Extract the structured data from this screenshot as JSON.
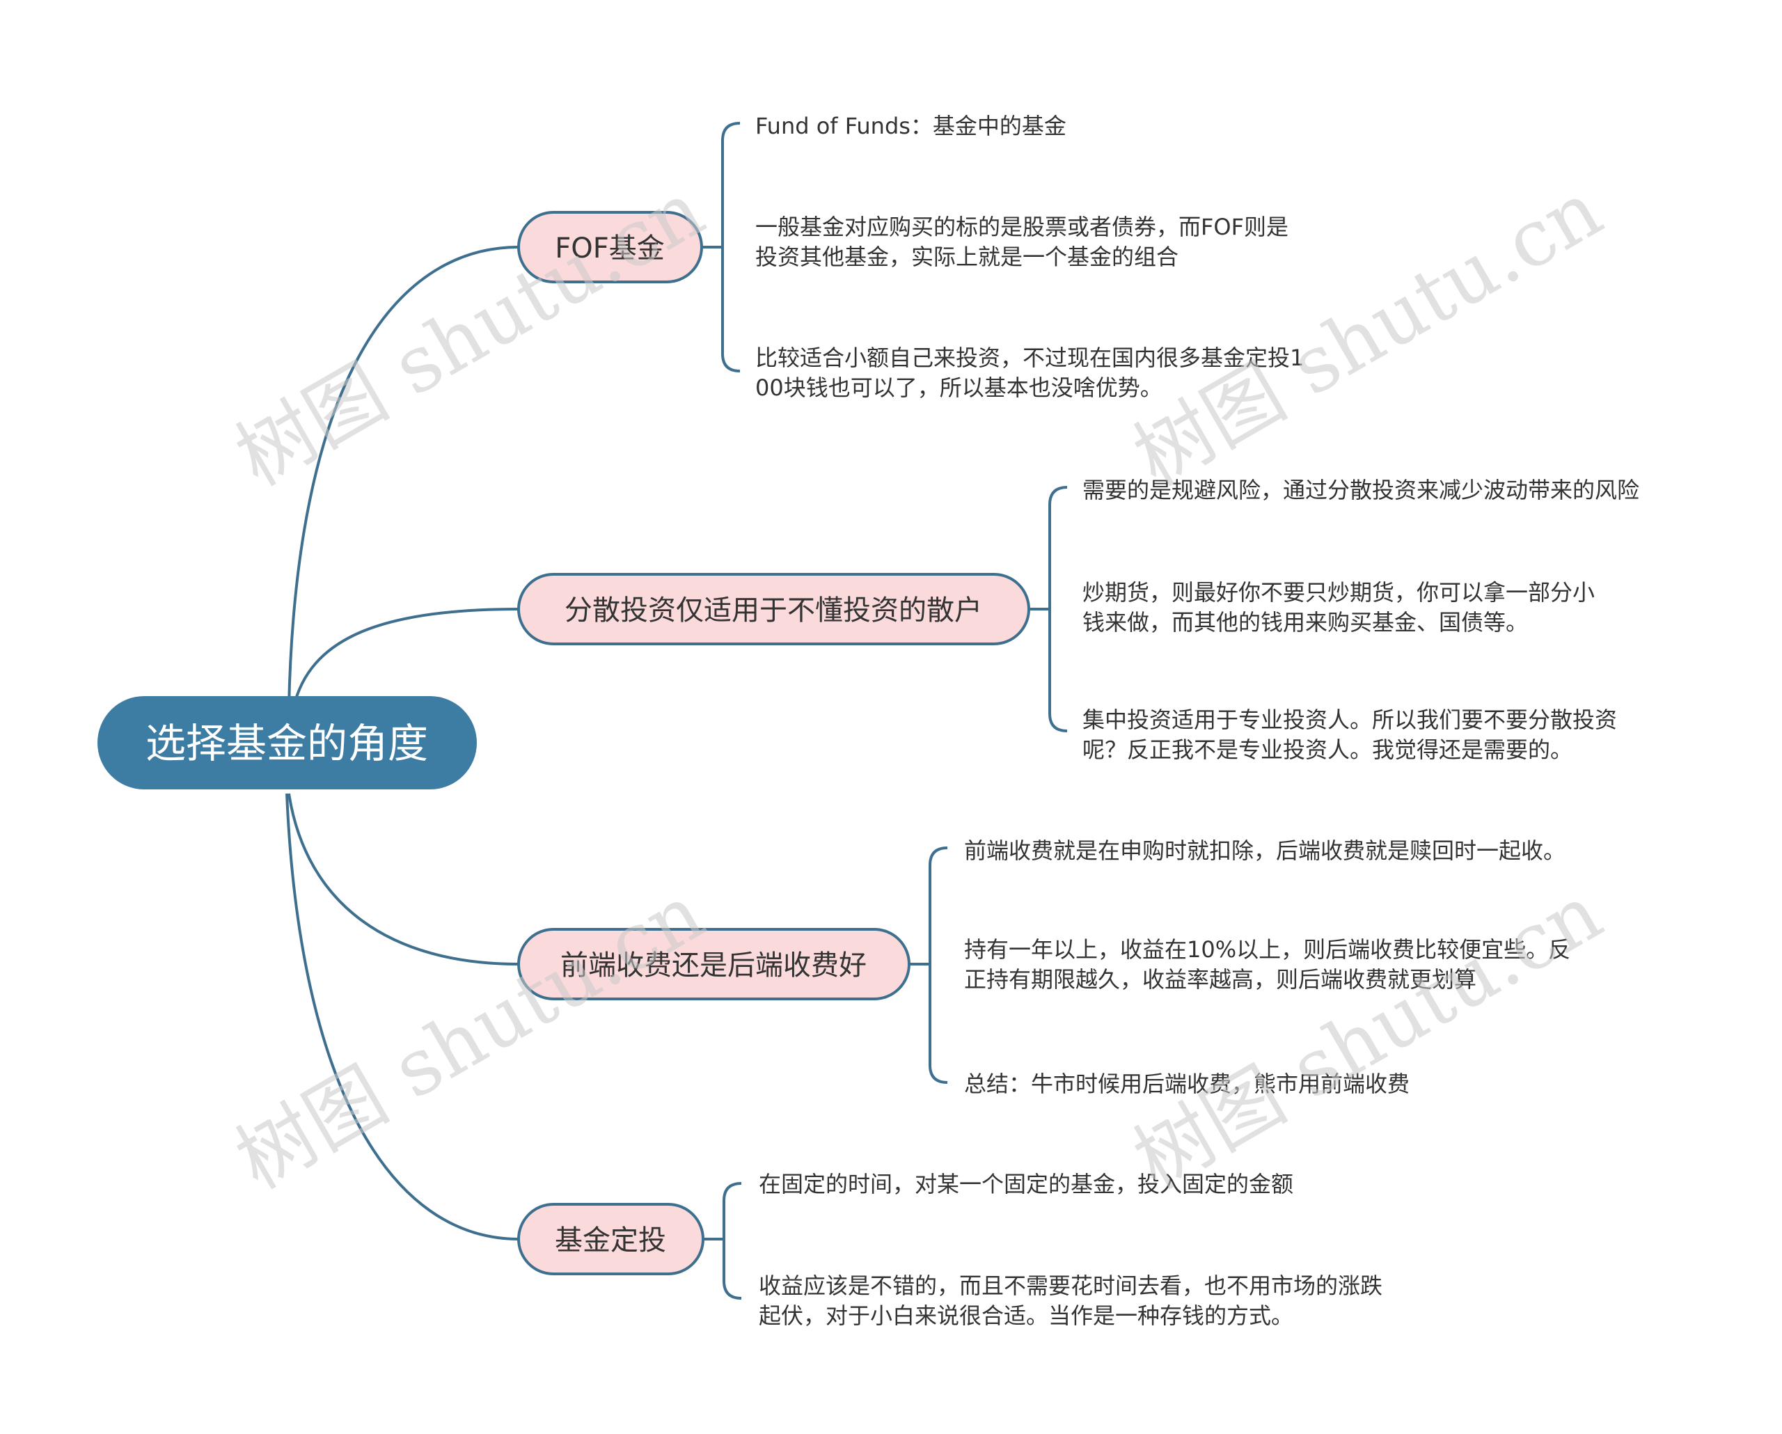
{
  "root": {
    "label": "选择基金的角度"
  },
  "branches": [
    {
      "label": "FOF基金",
      "leaves": [
        [
          "Fund of Funds：基金中的基金"
        ],
        [
          "一般基金对应购买的标的是股票或者债券，而FOF则是",
          "投资其他基金，实际上就是一个基金的组合"
        ],
        [
          "比较适合小额自己来投资，不过现在国内很多基金定投1",
          "00块钱也可以了，所以基本也没啥优势。"
        ]
      ]
    },
    {
      "label": "分散投资仅适用于不懂投资的散户",
      "leaves": [
        [
          "需要的是规避风险，通过分散投资来减少波动带来的风险"
        ],
        [
          "炒期货，则最好你不要只炒期货，你可以拿一部分小",
          "钱来做，而其他的钱用来购买基金、国债等。"
        ],
        [
          "集中投资适用于专业投资人。所以我们要不要分散投资",
          "呢？反正我不是专业投资人。我觉得还是需要的。"
        ]
      ]
    },
    {
      "label": "前端收费还是后端收费好",
      "leaves": [
        [
          "前端收费就是在申购时就扣除，后端收费就是赎回时一起收。"
        ],
        [
          "持有一年以上，收益在10%以上，则后端收费比较便宜些。反",
          "正持有期限越久，收益率越高，则后端收费就更划算"
        ],
        [
          "总结：牛市时候用后端收费，熊市用前端收费"
        ]
      ]
    },
    {
      "label": "基金定投",
      "leaves": [
        [
          "在固定的时间，对某一个固定的基金，投入固定的金额"
        ],
        [
          "收益应该是不错的，而且不需要花时间去看，也不用市场的涨跌",
          "起伏，对于小白来说很合适。当作是一种存钱的方式。"
        ]
      ]
    }
  ],
  "watermark": "树图 shutu.cn",
  "colors": {
    "root_fill": "#3d7ca3",
    "branch_fill": "#fadadb",
    "branch_stroke": "#3e6f8f",
    "line": "#3e6f8f",
    "text": "#333333"
  }
}
